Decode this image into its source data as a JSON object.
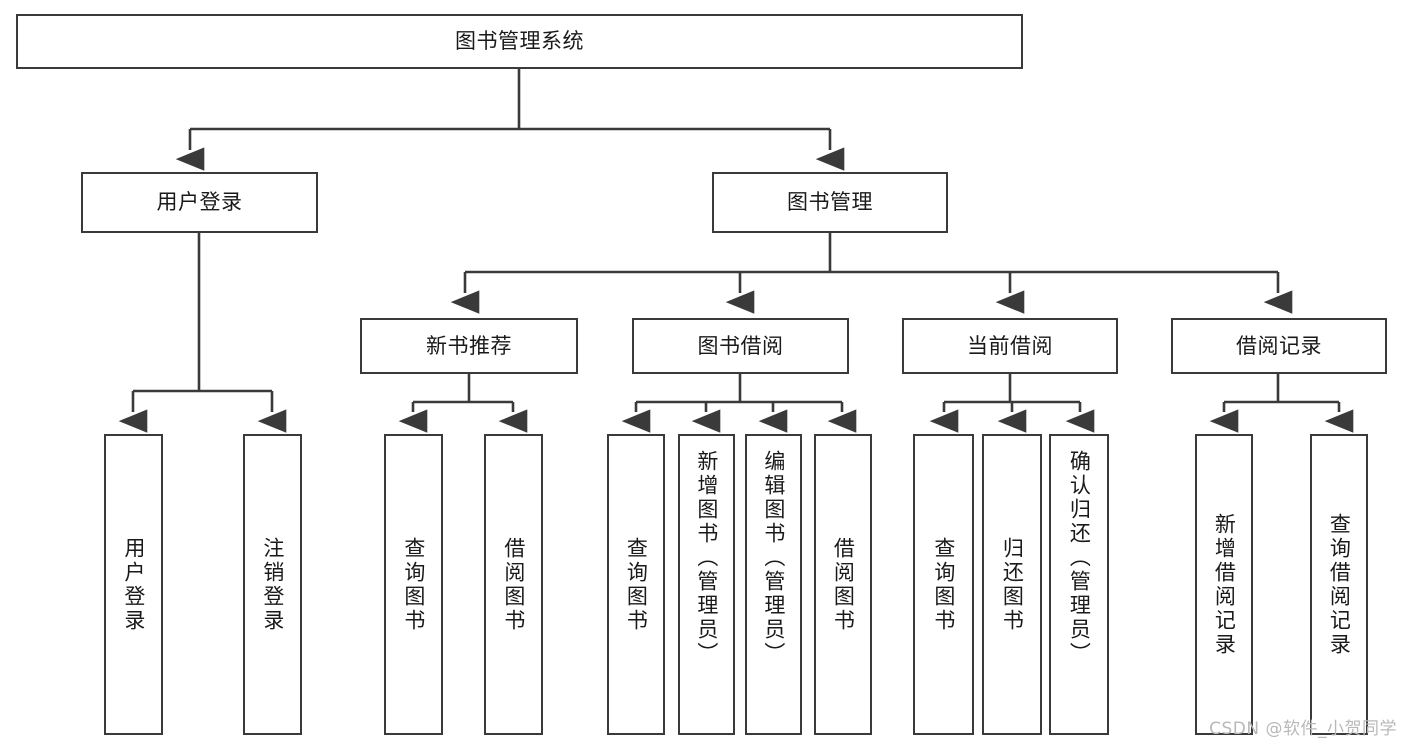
{
  "diagram": {
    "type": "tree-hierarchy",
    "title": "图书管理系统",
    "colors": {
      "background": "#ffffff",
      "border": "#3a3a3a",
      "text": "#1a1a1a",
      "watermark": "#b9b9b9"
    },
    "root": {
      "label": "图书管理系统"
    },
    "level2": [
      {
        "label": "用户登录"
      },
      {
        "label": "图书管理"
      }
    ],
    "level3": [
      {
        "label": "新书推荐"
      },
      {
        "label": "图书借阅"
      },
      {
        "label": "当前借阅"
      },
      {
        "label": "借阅记录"
      }
    ],
    "leaves": {
      "user_login": [
        {
          "label": "用户登录"
        },
        {
          "label": "注销登录"
        }
      ],
      "new_book_recommend": [
        {
          "label": "查询图书"
        },
        {
          "label": "借阅图书"
        }
      ],
      "book_borrow": [
        {
          "label": "查询图书"
        },
        {
          "label": "新增图书（管理员）"
        },
        {
          "label": "编辑图书（管理员）"
        },
        {
          "label": "借阅图书"
        }
      ],
      "current_borrow": [
        {
          "label": "查询图书"
        },
        {
          "label": "归还图书"
        },
        {
          "label": "确认归还（管理员）"
        }
      ],
      "borrow_record": [
        {
          "label": "新增借阅记录"
        },
        {
          "label": "查询借阅记录"
        }
      ]
    }
  },
  "watermark": {
    "text": "CSDN @软件_小贺同学"
  }
}
